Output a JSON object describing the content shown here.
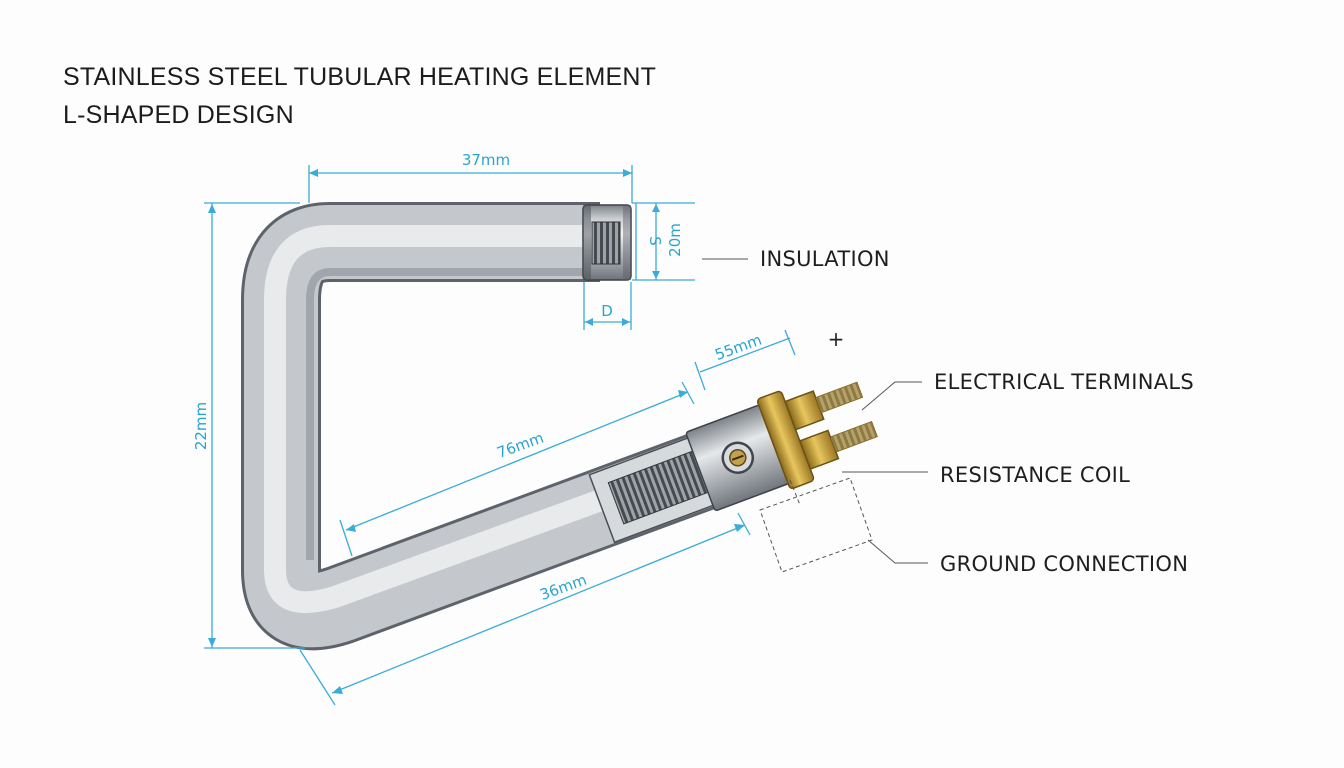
{
  "title": {
    "line1": "STAINLESS STEEL TUBULAR HEATING ELEMENT",
    "line2": "L-SHAPED DESIGN"
  },
  "dimensions": {
    "top_length": "37mm",
    "end_diameter": "20m",
    "small_s": "S",
    "small_d": "D",
    "vertical_length": "22mm",
    "sleeve_length": "55mm",
    "diagonal_inner": "76mm",
    "diagonal_outer": "36mm",
    "plus_sign": "+"
  },
  "callouts": {
    "insulation": "INSULATION",
    "electrical_terminals": "ELECTRICAL TERMINALS",
    "resistance_coil": "RESISTANCE COIL",
    "ground_connection": "GROUND CONNECTION"
  },
  "colors": {
    "dimension": "#39acd8",
    "steel": "#b9bec3",
    "brass": "#c9a237"
  }
}
